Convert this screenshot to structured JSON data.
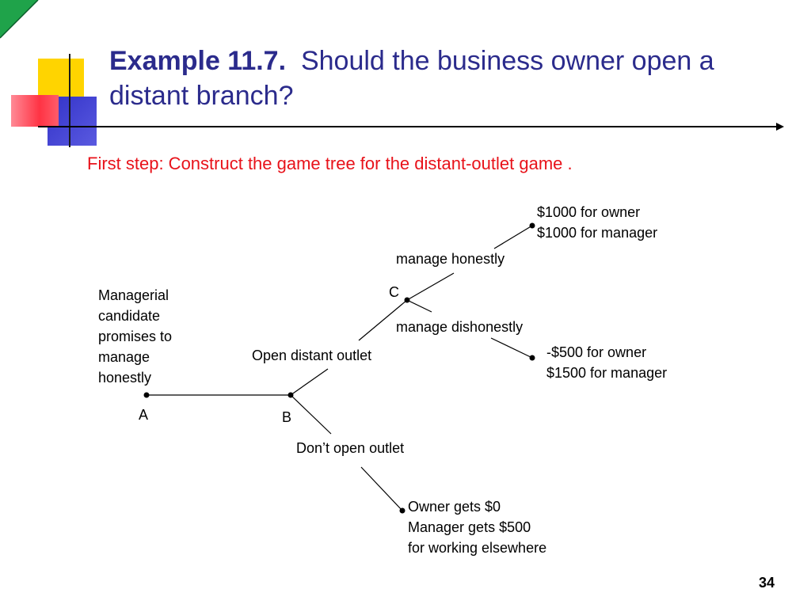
{
  "title": {
    "bold": "Example 11.7.",
    "rest": "Should the business owner open a distant branch?"
  },
  "step_text": "First step: Construct the game tree for the distant-outlet game .",
  "tree": {
    "candidate_note": [
      "Managerial",
      "candidate",
      "promises to",
      "manage",
      "honestly"
    ],
    "nodes": {
      "a": "A",
      "b": "B",
      "c": "C"
    },
    "branches": {
      "open": "Open distant outlet",
      "dont_open": "Don’t open outlet",
      "honest": "manage honestly",
      "dishonest": "manage dishonestly"
    },
    "payoffs": {
      "honest": [
        "$1000 for owner",
        "$1000 for manager"
      ],
      "dishonest": [
        "-$500 for owner",
        "$1500 for manager"
      ],
      "dont_open": [
        "Owner gets $0",
        "Manager gets $500",
        "for working elsewhere"
      ]
    }
  },
  "page_number": "34",
  "colors": {
    "title": "#2b2b8c",
    "step": "#e8121a",
    "logo_yellow": "#ffd400",
    "logo_blue": "#3232c8",
    "logo_red": "#ff3344",
    "corner_green": "#1fa34a"
  }
}
